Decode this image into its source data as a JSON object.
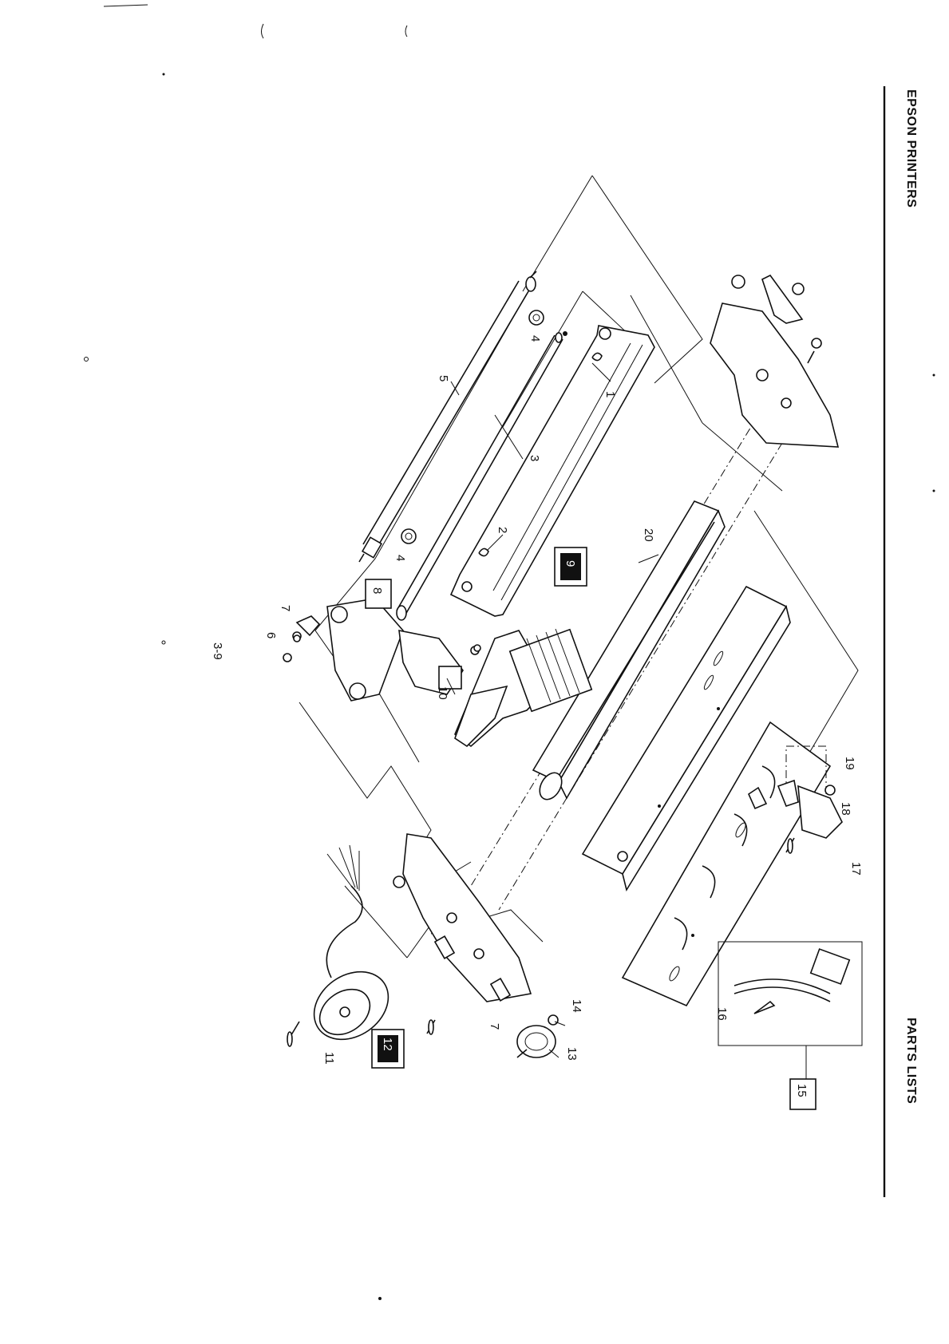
{
  "header": {
    "brand": "EPSON PRINTERS",
    "section": "PARTS LISTS"
  },
  "page_number": "3-9",
  "callouts": [
    "1",
    "2",
    "3",
    "4",
    "4",
    "5",
    "6",
    "7",
    "7",
    "10",
    "11",
    "13",
    "14",
    "16",
    "17",
    "18",
    "19",
    "20"
  ],
  "boxed_callouts": [
    {
      "label": "8",
      "style": "outline"
    },
    {
      "label": "9",
      "style": "filled"
    },
    {
      "label": "12",
      "style": "filled"
    },
    {
      "label": "15",
      "style": "outline"
    }
  ]
}
